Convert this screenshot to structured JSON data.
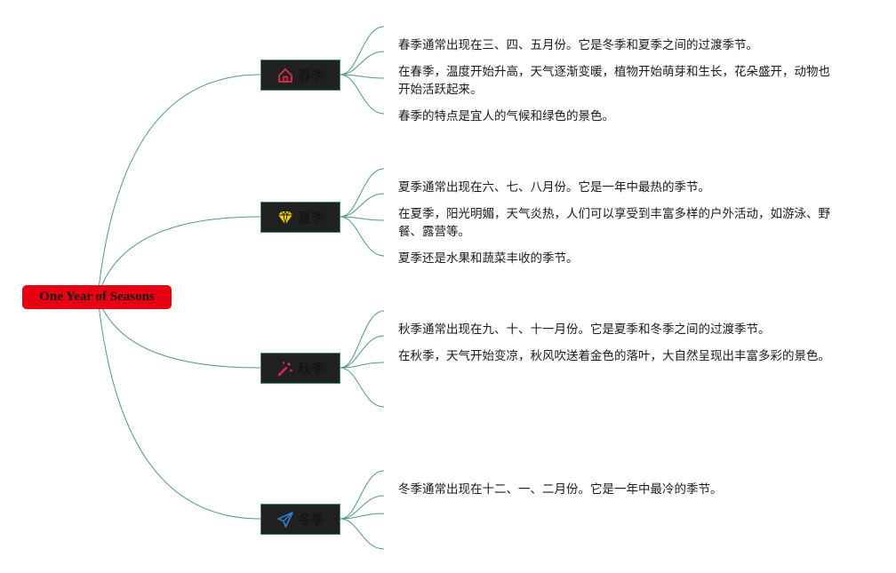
{
  "root": {
    "label": "One Year of Seasons",
    "color": "#e60012"
  },
  "colors": {
    "connector": "#4f9a80",
    "node_bg": "#202020",
    "node_border": "#3f8c73"
  },
  "branches": [
    {
      "label": "春季",
      "icon": "house-icon",
      "icon_color": "#e0294e",
      "leaves": [
        "春季通常出现在三、四、五月份。它是冬季和夏季之间的过渡季节。",
        "在春季，温度开始升高，天气逐渐变暖，植物开始萌芽和生长，花朵盛开，动物也开始活跃起来。",
        "春季的特点是宜人的气候和绿色的景色。"
      ]
    },
    {
      "label": "夏季",
      "icon": "diamond-icon",
      "icon_color": "#f5d000",
      "leaves": [
        "夏季通常出现在六、七、八月份。它是一年中最热的季节。",
        "在夏季，阳光明媚，天气炎热，人们可以享受到丰富多样的户外活动，如游泳、野餐、露营等。",
        "夏季还是水果和蔬菜丰收的季节。"
      ]
    },
    {
      "label": "秋季",
      "icon": "magic-wand-icon",
      "icon_color": "#e0294e",
      "leaves": [
        "秋季通常出现在九、十、十一月份。它是夏季和冬季之间的过渡季节。",
        "在秋季，天气开始变凉，秋风吹送着金色的落叶，大自然呈现出丰富多彩的景色。",
        ""
      ]
    },
    {
      "label": "冬季",
      "icon": "paper-plane-icon",
      "icon_color": "#2a7fd4",
      "leaves": [
        "冬季通常出现在十二、一、二月份。它是一年中最冷的季节。",
        "",
        ""
      ]
    }
  ]
}
